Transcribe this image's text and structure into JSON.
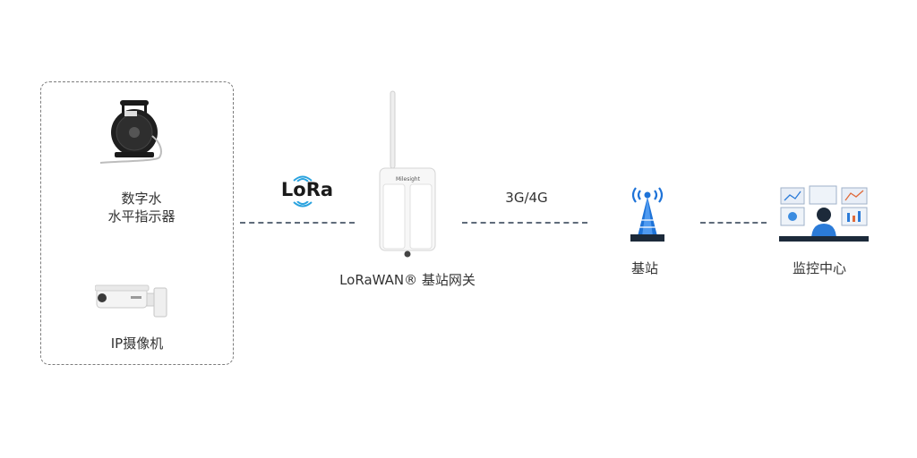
{
  "devices": {
    "level_meter": {
      "line1": "数字水",
      "line2": "水平指示器"
    },
    "camera": {
      "label": "IP摄像机"
    },
    "gateway": {
      "label": "LoRaWAN® 基站网关",
      "brand": "Milesight"
    },
    "tower": {
      "label": "基站"
    },
    "monitor": {
      "label": "监控中心"
    }
  },
  "links": {
    "lora": {
      "logo": "LoRa"
    },
    "cellular": {
      "label": "3G/4G"
    }
  },
  "icons": [
    "level-indicator-reel-icon",
    "ip-camera-icon",
    "lora-wave-icon",
    "gateway-device-icon",
    "cell-tower-icon",
    "monitoring-center-icon"
  ],
  "colors": {
    "line": "#5f6b7a",
    "tower_blue": "#1e73d8",
    "lora_wave": "#2aa3df",
    "text": "#333333"
  }
}
